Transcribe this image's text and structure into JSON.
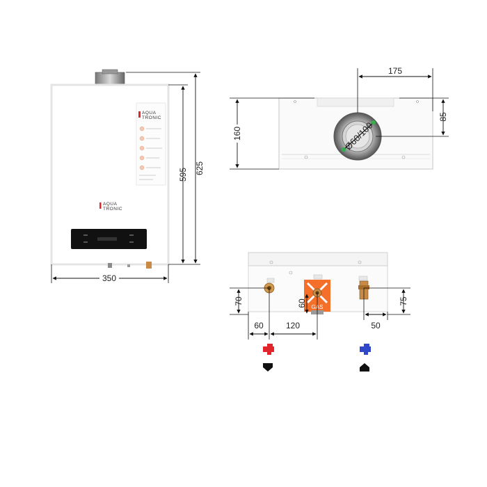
{
  "front_view": {
    "width_label": "350",
    "height_body_label": "595",
    "height_total_label": "625",
    "panel_brand_line1": "AQUA",
    "panel_brand_line2": "TRONIC",
    "lower_brand_line1": "AQUA",
    "lower_brand_line2": "TRONIC"
  },
  "top_view": {
    "depth_label": "160",
    "offset_label": "175",
    "flue_offset_label": "85",
    "flue_diameter_label": "Ø60/100"
  },
  "bottom_view": {
    "left_offset_label": "60",
    "gas_spacing_label": "120",
    "right_offset_label": "50",
    "hot_depth_label": "70",
    "gas_depth_label": "60",
    "cold_depth_label": "75",
    "gas_text": "GAS"
  },
  "legend": {
    "hot_color": "#e0262b",
    "cold_color": "#2f47c8",
    "gas_color": "#f36f2a",
    "accent_green": "#2db34a"
  }
}
